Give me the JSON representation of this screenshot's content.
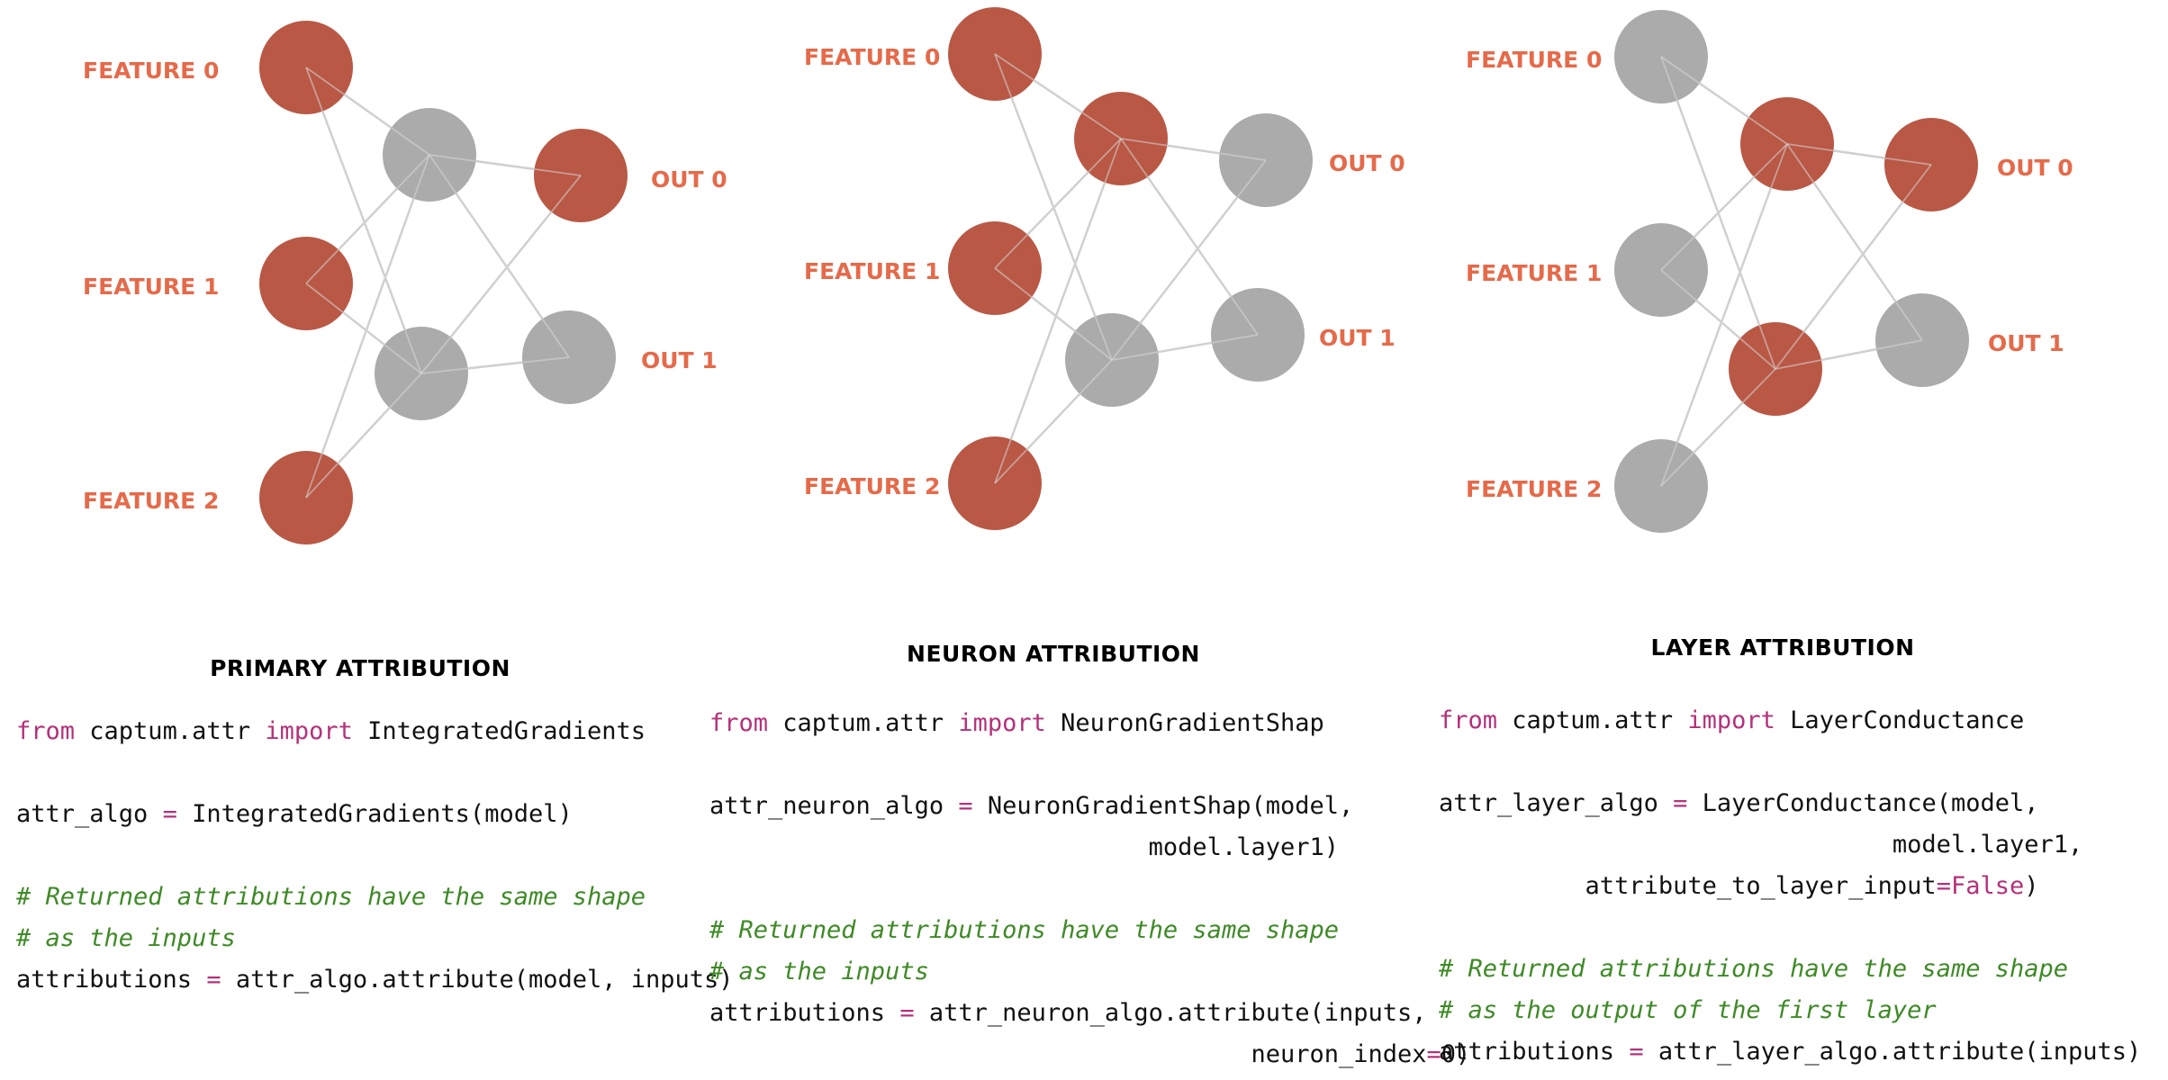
{
  "colors": {
    "active": "#b95845",
    "inactive": "#ababab",
    "edge": "#c8c8c8",
    "label": "#e56a4a",
    "keyword": "#b5307a",
    "comment": "#3e8a26",
    "code": "#111111"
  },
  "panels": [
    {
      "title": "PRIMARY ATTRIBUTION",
      "labels": {
        "f0": "FEATURE 0",
        "f1": "FEATURE 1",
        "f2": "FEATURE 2",
        "o0": "OUT 0",
        "o1": "OUT 1"
      },
      "highlighted": [
        "f0",
        "f1",
        "f2",
        "o0"
      ],
      "code": [
        [
          {
            "t": "from",
            "k": "kw"
          },
          {
            "t": " captum.attr "
          },
          {
            "t": "import",
            "k": "kw"
          },
          {
            "t": " IntegratedGradients"
          }
        ],
        [],
        [
          {
            "t": "attr_algo "
          },
          {
            "t": "=",
            "k": "kw"
          },
          {
            "t": " IntegratedGradients(model)"
          }
        ],
        [],
        [
          {
            "t": "# Returned attributions have the same shape",
            "k": "cm"
          }
        ],
        [
          {
            "t": "# as the inputs",
            "k": "cm"
          }
        ],
        [
          {
            "t": "attributions "
          },
          {
            "t": "=",
            "k": "kw"
          },
          {
            "t": " attr_algo.attribute(model, inputs)"
          }
        ]
      ]
    },
    {
      "title": "NEURON ATTRIBUTION",
      "labels": {
        "f0": "FEATURE 0",
        "f1": "FEATURE 1",
        "f2": "FEATURE 2",
        "o0": "OUT 0",
        "o1": "OUT 1"
      },
      "highlighted": [
        "f0",
        "f1",
        "f2",
        "h0"
      ],
      "code": [
        [
          {
            "t": "from",
            "k": "kw"
          },
          {
            "t": " captum.attr "
          },
          {
            "t": "import",
            "k": "kw"
          },
          {
            "t": " NeuronGradientShap"
          }
        ],
        [],
        [
          {
            "t": "attr_neuron_algo "
          },
          {
            "t": "=",
            "k": "kw"
          },
          {
            "t": " NeuronGradientShap(model,"
          }
        ],
        [
          {
            "t": "                              model.layer1)"
          }
        ],
        [],
        [
          {
            "t": "# Returned attributions have the same shape",
            "k": "cm"
          }
        ],
        [
          {
            "t": "# as the inputs",
            "k": "cm"
          }
        ],
        [
          {
            "t": "attributions "
          },
          {
            "t": "=",
            "k": "kw"
          },
          {
            "t": " attr_neuron_algo.attribute(inputs,"
          }
        ],
        [
          {
            "t": "                                     neuron_index"
          },
          {
            "t": "=",
            "k": "kw"
          },
          {
            "t": "0)"
          }
        ]
      ]
    },
    {
      "title": "LAYER ATTRIBUTION",
      "labels": {
        "f0": "FEATURE 0",
        "f1": "FEATURE 1",
        "f2": "FEATURE 2",
        "o0": "OUT 0",
        "o1": "OUT 1"
      },
      "highlighted": [
        "h0",
        "h1",
        "o0"
      ],
      "code": [
        [
          {
            "t": "from",
            "k": "kw"
          },
          {
            "t": " captum.attr "
          },
          {
            "t": "import",
            "k": "kw"
          },
          {
            "t": " LayerConductance"
          }
        ],
        [],
        [
          {
            "t": "attr_layer_algo "
          },
          {
            "t": "=",
            "k": "kw"
          },
          {
            "t": " LayerConductance(model,"
          }
        ],
        [
          {
            "t": "                               model.layer1,"
          }
        ],
        [
          {
            "t": "          attribute_to_layer_input"
          },
          {
            "t": "=",
            "k": "kw"
          },
          {
            "t": "False",
            "k": "kw"
          },
          {
            "t": ")"
          }
        ],
        [],
        [
          {
            "t": "# Returned attributions have the same shape",
            "k": "cm"
          }
        ],
        [
          {
            "t": "# as the output of the first layer",
            "k": "cm"
          }
        ],
        [
          {
            "t": "attributions "
          },
          {
            "t": "=",
            "k": "kw"
          },
          {
            "t": " attr_layer_algo.attribute(inputs)"
          }
        ]
      ]
    }
  ]
}
